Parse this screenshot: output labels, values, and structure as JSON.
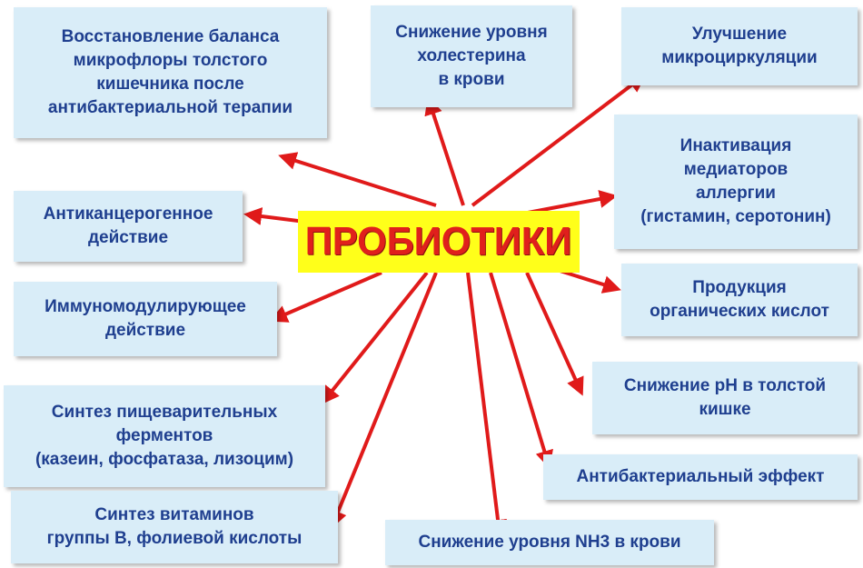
{
  "center": {
    "label": "ПРОБИОТИКИ",
    "text_color": "#e0201c",
    "bg_color": "#ffff1a"
  },
  "arrow_color": "#e01a1a",
  "box_color": "#d9edf8",
  "text_color": "#1f3f8f",
  "effects": [
    {
      "id": "microflora",
      "label": "Восстановление баланса\nмикрофлоры толстого\nкишечника после\nантибактериальной терапии"
    },
    {
      "id": "cholesterol",
      "label": "Снижение уровня\nхолестерина\nв крови"
    },
    {
      "id": "microcirculation",
      "label": "Улучшение\nмикроциркуляции"
    },
    {
      "id": "allergy",
      "label": "Инактивация\nмедиаторов\nаллергии\n(гистамин, серотонин)"
    },
    {
      "id": "anticancer",
      "label": "Антиканцерогенное\nдействие"
    },
    {
      "id": "organic-acids",
      "label": "Продукция\nорганических кислот"
    },
    {
      "id": "immuno",
      "label": "Иммуномодулирующее\nдействие"
    },
    {
      "id": "ph",
      "label": "Снижение рН в толстой\nкишке"
    },
    {
      "id": "enzymes",
      "label": "Синтез пищеварительных\nферментов\n(казеин, фосфатаза, лизоцим)"
    },
    {
      "id": "antibacterial",
      "label": "Антибактериальный эффект"
    },
    {
      "id": "vitamins",
      "label": "Синтез витаминов\nгруппы В, фолиевой кислоты"
    },
    {
      "id": "nh3",
      "label": "Снижение уровня NH3 в крови"
    }
  ]
}
